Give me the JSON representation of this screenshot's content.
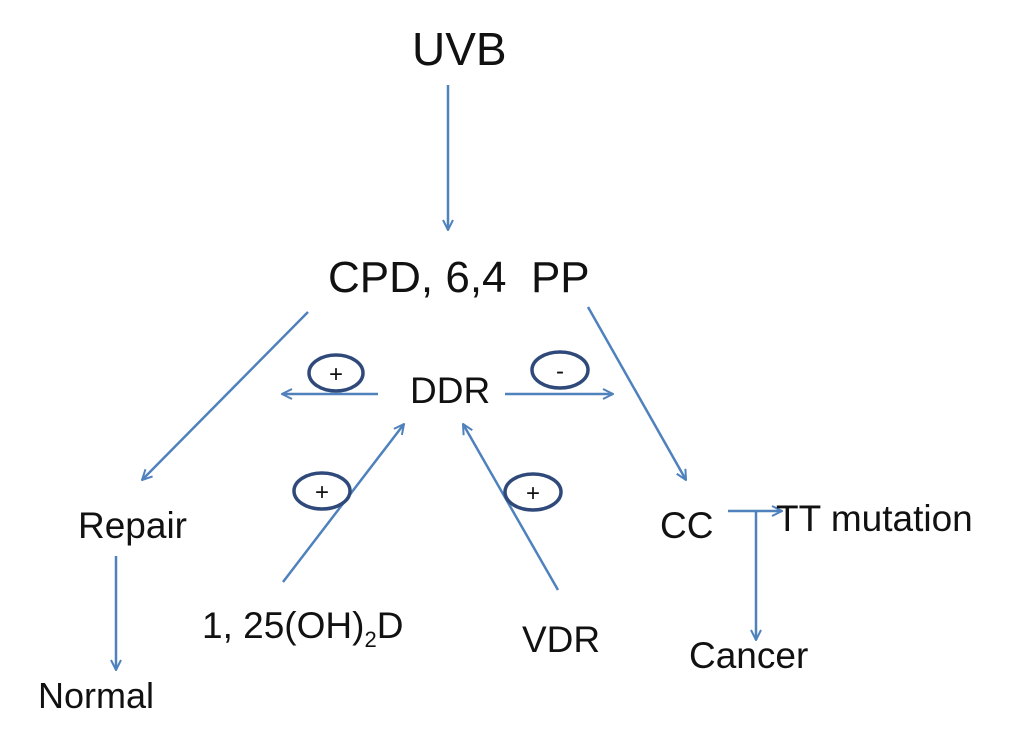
{
  "nodes": {
    "uvb": "UVB",
    "lesions": "CPD, 6,4  PP",
    "ddr": "DDR",
    "repair": "Repair",
    "normal": "Normal",
    "cc": "CC",
    "tt_mutation": "TT mutation",
    "cancer": "Cancer",
    "vdr": "VDR",
    "vitamin_d": {
      "prefix": "1, 25(OH)",
      "subscript": "2",
      "suffix": "D"
    }
  },
  "signs": {
    "ddr_to_repair": "+",
    "ddr_to_cc": "-",
    "vitamin_d_to_ddr": "+",
    "vdr_to_ddr": "+"
  },
  "colors": {
    "arrow": "#4F81BD",
    "ellipse": "#2F4A7A",
    "text": "#111111"
  }
}
